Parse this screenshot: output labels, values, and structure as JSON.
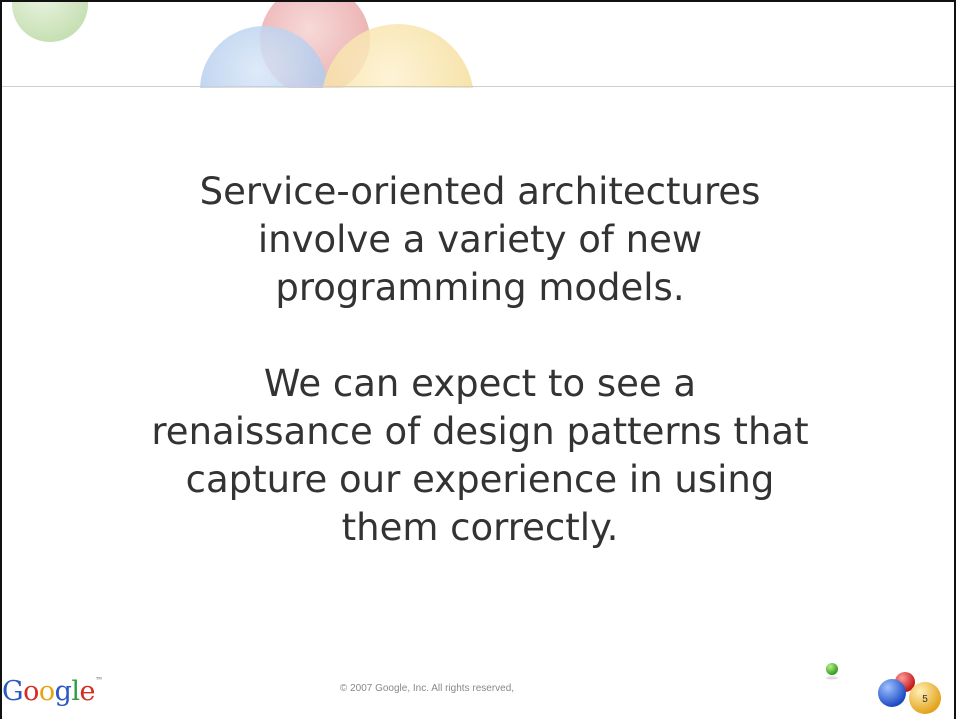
{
  "slide": {
    "paragraphs": [
      {
        "lines": [
          "Service-oriented architectures",
          "involve a variety of new",
          "programming models."
        ]
      },
      {
        "lines": [
          "We can expect to see a",
          "renaissance of design patterns that",
          "capture our experience in using",
          "them correctly."
        ]
      }
    ],
    "footer": {
      "logo_letters": [
        "G",
        "o",
        "o",
        "g",
        "l",
        "e"
      ],
      "logo_tm": "™",
      "copyright": "© 2007 Google, Inc. All rights reserved,",
      "page_number": "5"
    }
  }
}
